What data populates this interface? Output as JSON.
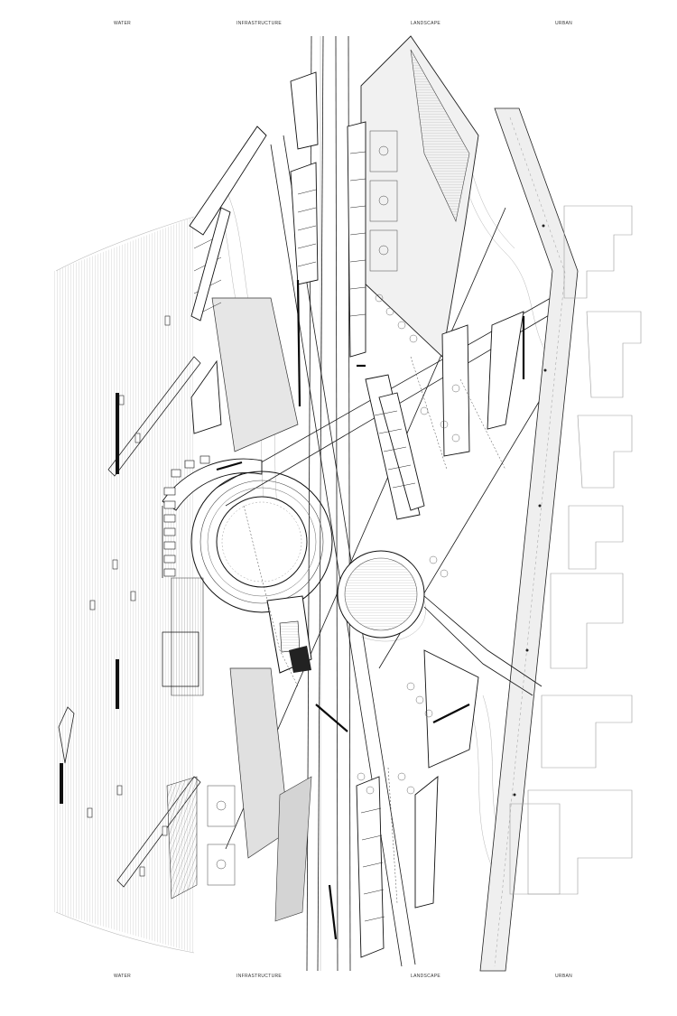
{
  "column_labels": [
    "WATER",
    "INFRASTRUCTURE",
    "LANDSCAPE",
    "URBAN"
  ],
  "colors": {
    "line": "#1a1a1a",
    "light_line": "#9a9a9a",
    "fill_light": "#e4e4e4",
    "fill_mid": "#c8c8c8",
    "fill_dark": "#111111",
    "background": "#ffffff"
  }
}
